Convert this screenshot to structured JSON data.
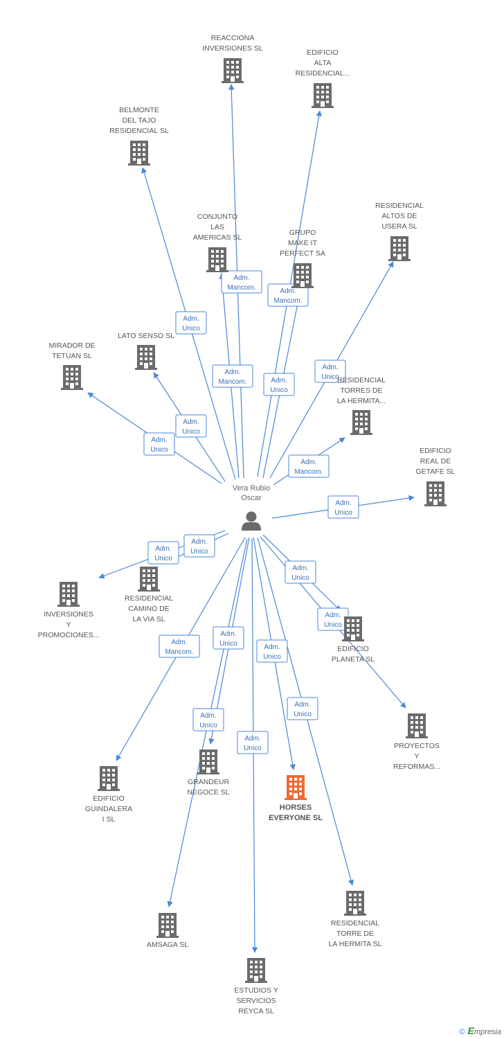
{
  "colors": {
    "edge": "#4a86d8",
    "building": "#6b6b6b",
    "highlight": "#f06a35",
    "person": "#6b6b6b"
  },
  "person": {
    "name_lines": [
      "Vera Rubio",
      "Oscar"
    ],
    "icon": "person-icon"
  },
  "companies": [
    {
      "id": "reacciona",
      "lines": [
        "REACCIONA",
        "INVERSIONES SL"
      ]
    },
    {
      "id": "edificio-alta",
      "lines": [
        "EDIFICIO",
        "ALTA",
        "RESIDENCIAL..."
      ]
    },
    {
      "id": "belmonte",
      "lines": [
        "BELMONTE",
        "DEL TAJO",
        "RESIDENCIAL SL"
      ]
    },
    {
      "id": "residencial-altos",
      "lines": [
        "RESIDENCIAL",
        "ALTOS DE",
        "USERA SL"
      ]
    },
    {
      "id": "conjunto",
      "lines": [
        "CONJUNTO",
        "LAS",
        "AMERICAS SL"
      ]
    },
    {
      "id": "grupo-make",
      "lines": [
        "GRUPO",
        "MAKE IT",
        "PERFECT SA"
      ]
    },
    {
      "id": "lato-senso",
      "lines": [
        "LATO SENSO SL"
      ]
    },
    {
      "id": "mirador",
      "lines": [
        "MIRADOR DE",
        "TETUAN SL"
      ]
    },
    {
      "id": "res-torres",
      "lines": [
        "RESIDENCIAL",
        "TORRES DE",
        "LA HERMITA..."
      ]
    },
    {
      "id": "real-getafe",
      "lines": [
        "EDIFICIO",
        "REAL DE",
        "GETAFE SL"
      ]
    },
    {
      "id": "res-camino",
      "lines": [
        "RESIDENCIAL",
        "CAMINO DE",
        "LA VIA SL"
      ]
    },
    {
      "id": "inversiones-y",
      "lines": [
        "INVERSIONES",
        "Y",
        "PROMOCIONES..."
      ]
    },
    {
      "id": "planeta",
      "lines": [
        "EDIFICIO",
        "PLANETA SL"
      ]
    },
    {
      "id": "proyectos",
      "lines": [
        "PROYECTOS",
        "Y",
        "REFORMAS..."
      ]
    },
    {
      "id": "guindalera",
      "lines": [
        "EDIFICIO",
        "GUINDALERA",
        "I SL"
      ]
    },
    {
      "id": "grandeur",
      "lines": [
        "GRANDEUR",
        "NEGOCE SL"
      ]
    },
    {
      "id": "horses",
      "lines": [
        "HORSES",
        "EVERYONE SL"
      ],
      "highlight": true
    },
    {
      "id": "res-torre",
      "lines": [
        "RESIDENCIAL",
        "TORRE DE",
        "LA HERMITA SL"
      ]
    },
    {
      "id": "amsaga",
      "lines": [
        "AMSAGA SL"
      ]
    },
    {
      "id": "estudios",
      "lines": [
        "ESTUDIOS Y",
        "SERVICIOS",
        "REYCA SL"
      ]
    }
  ],
  "relations": [
    {
      "to": "reacciona",
      "lines": [
        "Adm.",
        "Mancom."
      ]
    },
    {
      "to": "edificio-alta",
      "lines": [
        "Adm.",
        "Unico"
      ]
    },
    {
      "to": "belmonte",
      "lines": [
        "Adm.",
        "Unico"
      ]
    },
    {
      "to": "residencial-altos",
      "lines": [
        "Adm.",
        "Unico"
      ]
    },
    {
      "to": "conjunto",
      "lines": [
        "Adm.",
        "Mancom."
      ]
    },
    {
      "to": "grupo-make",
      "lines": [
        "Adm.",
        "Mancom."
      ]
    },
    {
      "to": "lato-senso",
      "lines": [
        "Adm.",
        "Unico"
      ]
    },
    {
      "to": "mirador",
      "lines": [
        "Adm.",
        "Unico"
      ]
    },
    {
      "to": "res-torres",
      "lines": [
        "Adm.",
        "Mancom."
      ]
    },
    {
      "to": "real-getafe",
      "lines": [
        "Adm.",
        "Unico"
      ]
    },
    {
      "to": "res-camino",
      "lines": [
        "Adm.",
        "Unico"
      ]
    },
    {
      "to": "inversiones-y",
      "lines": [
        "Adm.",
        "Unico"
      ]
    },
    {
      "to": "planeta",
      "lines": [
        "Adm.",
        "Unico"
      ]
    },
    {
      "to": "proyectos",
      "lines": [
        "Adm.",
        "Unico"
      ]
    },
    {
      "to": "guindalera",
      "lines": [
        "Adm.",
        "Mancom."
      ]
    },
    {
      "to": "grandeur",
      "lines": [
        "Adm.",
        "Unico"
      ]
    },
    {
      "to": "horses",
      "lines": [
        "Adm.",
        "Unico"
      ]
    },
    {
      "to": "res-torre",
      "lines": [
        "Adm.",
        "Unico"
      ]
    },
    {
      "to": "amsaga",
      "lines": [
        "Adm.",
        "Unico"
      ]
    },
    {
      "to": "estudios",
      "lines": [
        "Adm.",
        "Unico"
      ]
    }
  ],
  "footer": {
    "copyright": "©",
    "brand_initial": "E",
    "brand_rest": "mpresia"
  }
}
